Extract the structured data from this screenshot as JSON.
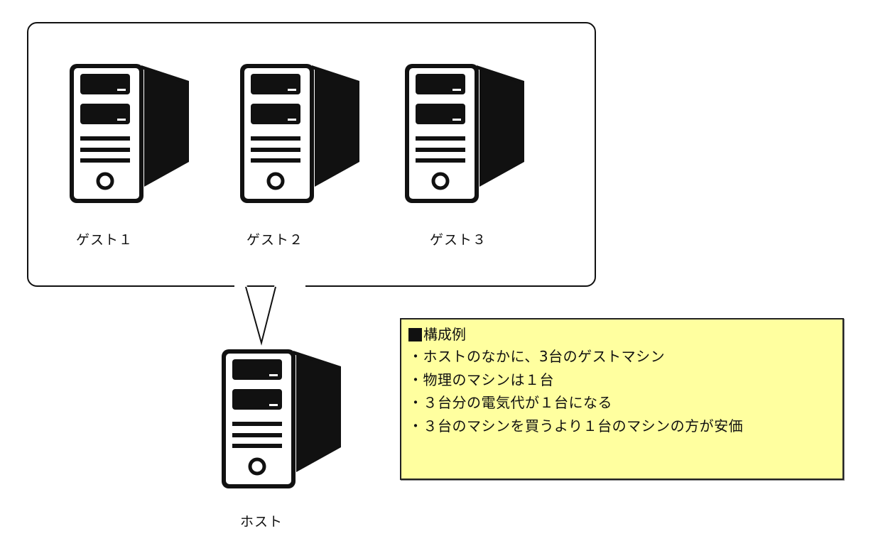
{
  "diagram": {
    "guests": [
      {
        "label": "ゲスト１",
        "icon": "server-icon"
      },
      {
        "label": "ゲスト２",
        "icon": "server-icon"
      },
      {
        "label": "ゲスト３",
        "icon": "server-icon"
      }
    ],
    "host": {
      "label": "ホスト",
      "icon": "server-icon"
    },
    "note": {
      "title": "構成例",
      "items": [
        "ホストのなかに、3台のゲストマシン",
        "物理のマシンは１台",
        "３台分の電気代が１台になる",
        "３台のマシンを買うより１台のマシンの方が安価"
      ],
      "background": "#ffff9f"
    }
  }
}
